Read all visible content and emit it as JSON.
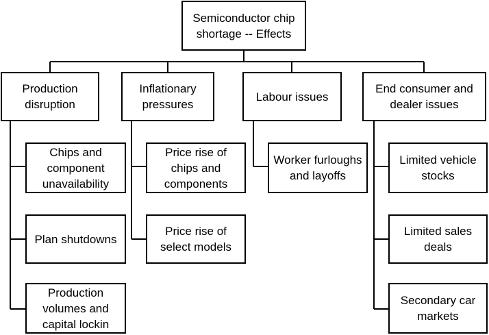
{
  "root": {
    "label": "Semiconductor chip shortage -- Effects"
  },
  "categories": [
    {
      "label": "Production disruption",
      "items": [
        "Chips and component unavailability",
        "Plan shutdowns",
        "Production volumes and capital lockin"
      ]
    },
    {
      "label": "Inflationary pressures",
      "items": [
        "Price rise of chips and components",
        "Price rise of select models"
      ]
    },
    {
      "label": "Labour issues",
      "items": [
        "Worker furloughs and layoffs"
      ]
    },
    {
      "label": "End consumer and dealer issues",
      "items": [
        "Limited vehicle stocks",
        "Limited sales deals",
        "Secondary car markets"
      ]
    }
  ]
}
